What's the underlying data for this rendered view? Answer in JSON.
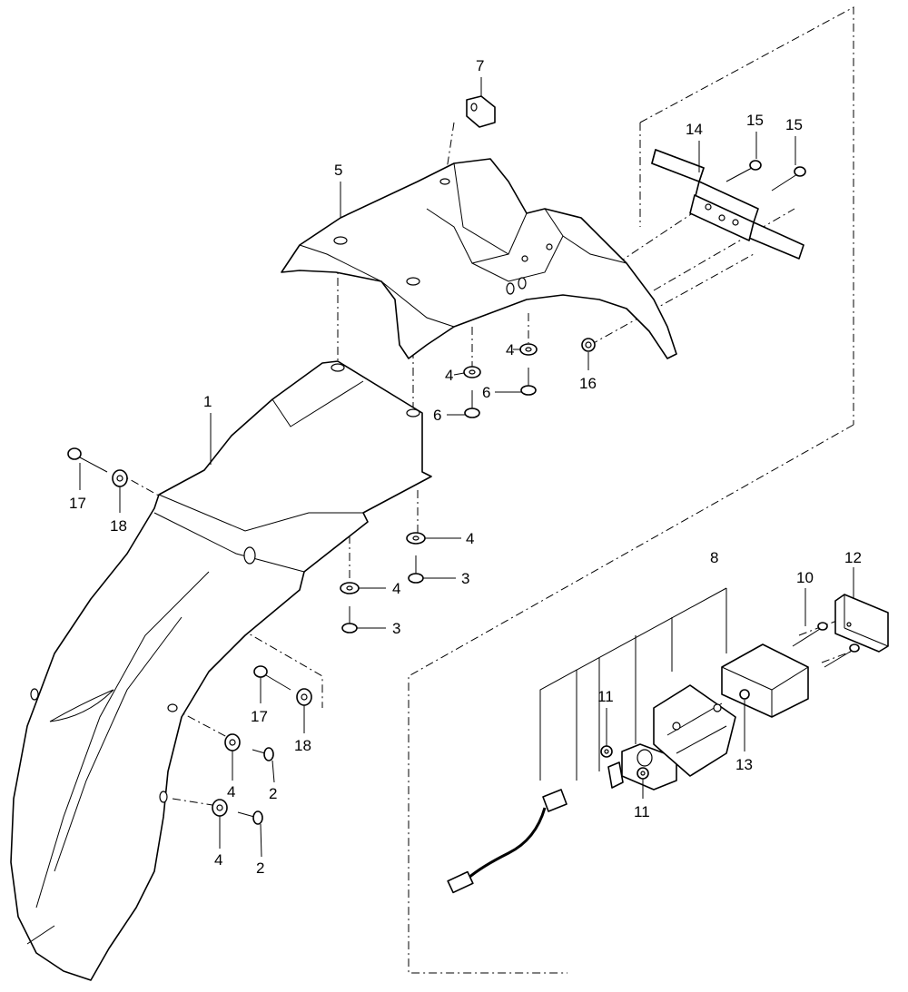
{
  "callouts": [
    {
      "id": "c1",
      "text": "1"
    },
    {
      "id": "c2a",
      "text": "2"
    },
    {
      "id": "c2b",
      "text": "2"
    },
    {
      "id": "c3a",
      "text": "3"
    },
    {
      "id": "c3b",
      "text": "3"
    },
    {
      "id": "c4a",
      "text": "4"
    },
    {
      "id": "c4b",
      "text": "4"
    },
    {
      "id": "c4c",
      "text": "4"
    },
    {
      "id": "c4d",
      "text": "4"
    },
    {
      "id": "c4e",
      "text": "4"
    },
    {
      "id": "c4f",
      "text": "4"
    },
    {
      "id": "c5",
      "text": "5"
    },
    {
      "id": "c6a",
      "text": "6"
    },
    {
      "id": "c6b",
      "text": "6"
    },
    {
      "id": "c7",
      "text": "7"
    },
    {
      "id": "c8",
      "text": "8"
    },
    {
      "id": "c10",
      "text": "10"
    },
    {
      "id": "c11a",
      "text": "11"
    },
    {
      "id": "c11b",
      "text": "11"
    },
    {
      "id": "c12",
      "text": "12"
    },
    {
      "id": "c13",
      "text": "13"
    },
    {
      "id": "c14",
      "text": "14"
    },
    {
      "id": "c15a",
      "text": "15"
    },
    {
      "id": "c15b",
      "text": "15"
    },
    {
      "id": "c16",
      "text": "16"
    },
    {
      "id": "c17a",
      "text": "17"
    },
    {
      "id": "c17b",
      "text": "17"
    },
    {
      "id": "c18a",
      "text": "18"
    },
    {
      "id": "c18b",
      "text": "18"
    }
  ]
}
